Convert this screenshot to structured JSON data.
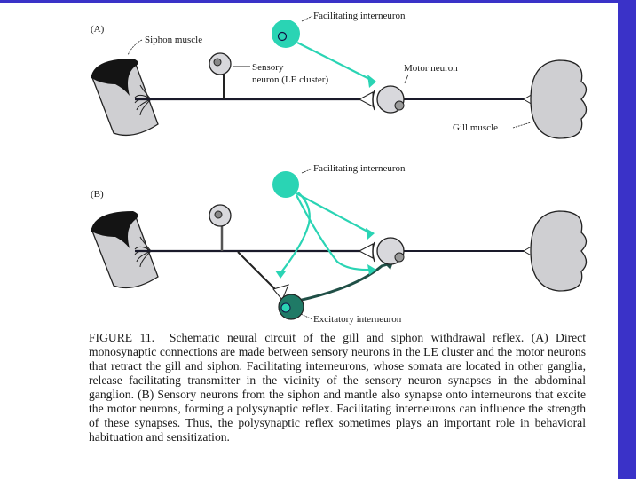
{
  "colors": {
    "frame_blue": "#3a32c8",
    "facilitating": "#2ad4b4",
    "excitatory": "#1f7a66",
    "muscle_fill": "#cfcfd2",
    "axon": "#1a1a2a"
  },
  "panel_a": {
    "label": "(A)",
    "siphon_muscle": "Siphon muscle",
    "sensory_neuron_line1": "Sensory",
    "sensory_neuron_line2": "neuron (LE cluster)",
    "facilitating_interneuron": "Facilitating interneuron",
    "motor_neuron": "Motor neuron",
    "gill_muscle": "Gill muscle"
  },
  "panel_b": {
    "label": "(B)",
    "facilitating_interneuron": "Facilitating interneuron",
    "excitatory_interneuron": "Excitatory interneuron"
  },
  "caption": {
    "figure_label": "FIGURE 11.",
    "text": "Schematic neural circuit of the gill and siphon withdrawal reflex. (A) Direct monosynaptic connections are made between sensory neurons in the LE cluster and the motor neurons that retract the gill and siphon. Facilitating interneurons, whose somata are located in other ganglia, release facilitating transmitter in the vicinity of the sensory neuron synapses in the abdominal ganglion. (B) Sensory neurons from the siphon and mantle also synapse onto interneurons that excite the motor neurons, forming a polysynaptic reflex. Facilitating interneurons can influence the strength of these synapses. Thus, the polysynaptic reflex sometimes plays an important role in behavioral habituation and sensitization."
  }
}
